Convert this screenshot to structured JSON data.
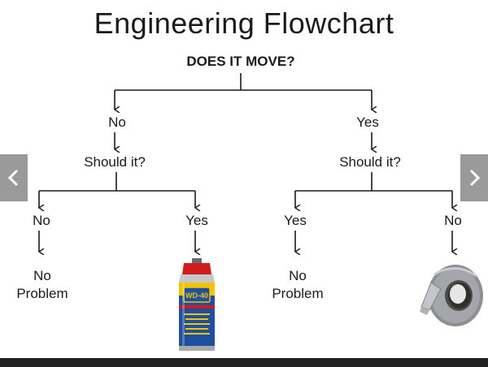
{
  "title": "Engineering Flowchart",
  "root_question": "DOES IT MOVE?",
  "branches": {
    "left": {
      "answer": "No",
      "question": "Should it?",
      "outcomes": [
        {
          "answer": "No",
          "result_line1": "No",
          "result_line2": "Problem"
        },
        {
          "answer": "Yes",
          "result_image": "wd-40-can"
        }
      ]
    },
    "right": {
      "answer": "Yes",
      "question": "Should it?",
      "outcomes": [
        {
          "answer": "Yes",
          "result_line1": "No",
          "result_line2": "Problem"
        },
        {
          "answer": "No",
          "result_image": "duct-tape"
        }
      ]
    }
  },
  "wd40_label": "WD-40",
  "nav": {
    "prev_icon": "chevron-left-icon",
    "next_icon": "chevron-right-icon"
  },
  "colors": {
    "line": "#1a1a1a",
    "nav_bg": "#7a7a7a",
    "wd40_blue": "#1f4fa0",
    "wd40_yellow": "#f2c400",
    "wd40_red": "#d01c1c"
  }
}
